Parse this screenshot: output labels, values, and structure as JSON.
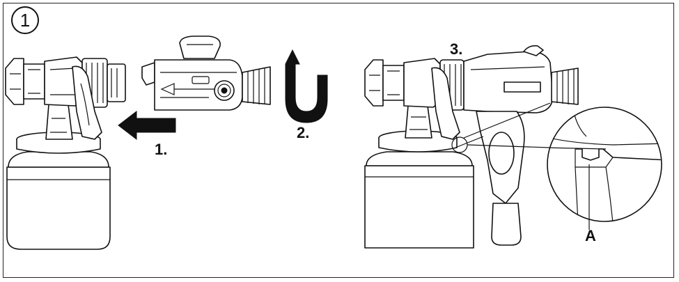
{
  "figure": {
    "step_number": "1",
    "labels": {
      "step1": "1.",
      "step2": "2.",
      "step3": "3.",
      "callout": "A"
    }
  }
}
